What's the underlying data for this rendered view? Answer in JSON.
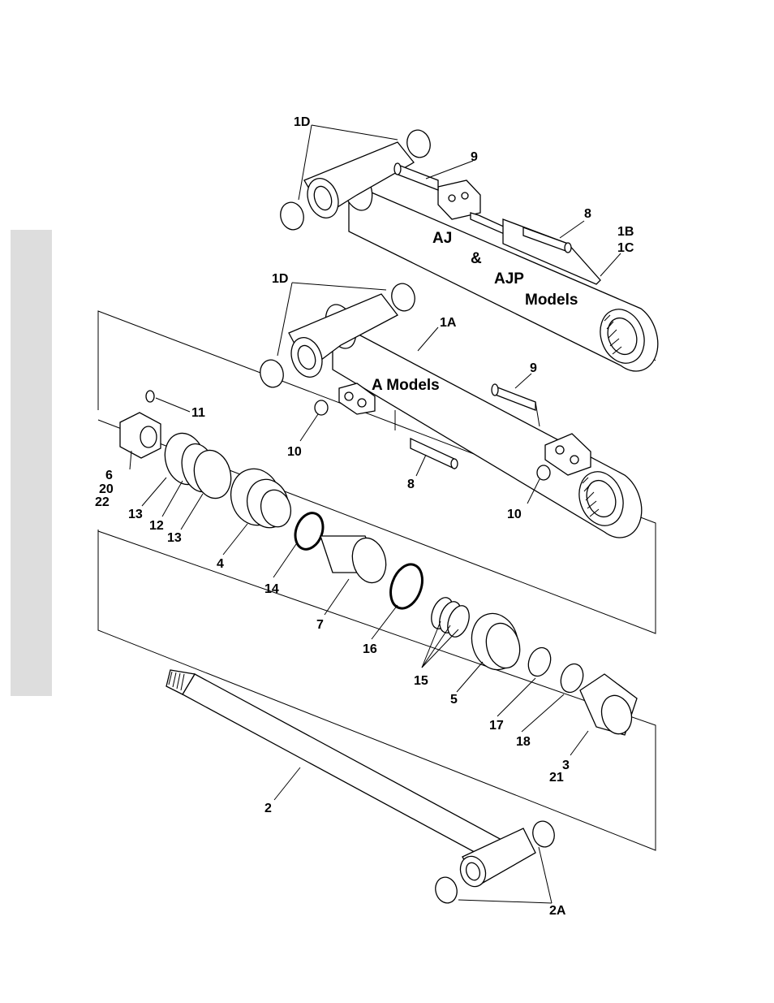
{
  "diagram": {
    "tab_color": "#dddddd",
    "line_color": "#000000",
    "labels": {
      "1D_top": "1D",
      "9_top": "9",
      "8_top": "8",
      "1B": "1B",
      "1C": "1C",
      "aj": "AJ",
      "amp": "&",
      "ajp": "AJP",
      "models": "Models",
      "1D_mid": "1D",
      "1A": "1A",
      "a_models": "A Models",
      "9_mid": "9",
      "11": "11",
      "10_left": "10",
      "6": "6",
      "20": "20",
      "22": "22",
      "8_mid": "8",
      "10_right": "10",
      "13_a": "13",
      "12": "12",
      "13_b": "13",
      "4": "4",
      "14": "14",
      "7": "7",
      "16": "16",
      "15": "15",
      "5": "5",
      "17": "17",
      "18": "18",
      "3": "3",
      "21": "21",
      "2": "2",
      "2A": "2A"
    }
  }
}
